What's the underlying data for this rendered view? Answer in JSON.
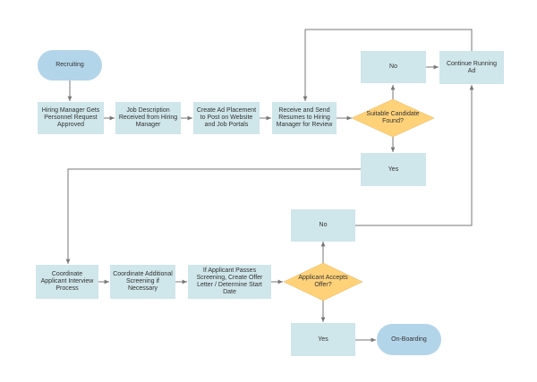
{
  "colors": {
    "box_fill": "#cfe6ea",
    "terminal_fill": "#b3d5ea",
    "decision_fill": "#ffd27a",
    "connector": "#777777",
    "text": "#333333"
  },
  "nodes": {
    "recruiting": "Recruiting",
    "hiring_manager": "Hiring Manager Gets Personnel Request Approved",
    "job_description": "Job Description Received from Hiring Manager",
    "create_ad": "Create Ad Placement to Post on Website and Job Portals",
    "receive_resumes": "Receive and Send Resumes to Hiring Manager for Review",
    "suitable_candidate": "Suitable Candidate Found?",
    "no_top": "No",
    "continue_running": "Continue Running Ad",
    "yes_top": "Yes",
    "coordinate_interview": "Coordinate Applicant Interview Process",
    "coordinate_screening": "Coordinate Additional Screening if Necessary",
    "if_passes": "If Applicant Passes Screening, Create Offer Letter / Determine Start Date",
    "applicant_accepts": "Applicant Accepts Offer?",
    "no_bottom": "No",
    "yes_bottom": "Yes",
    "onboarding": "On-Boarding"
  }
}
